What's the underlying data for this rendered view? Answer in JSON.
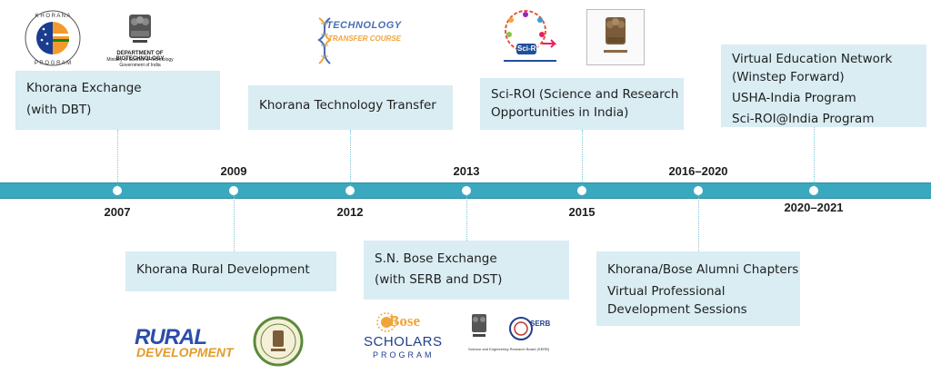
{
  "timeline": {
    "years": [
      "2007",
      "2009",
      "2012",
      "2013",
      "2015",
      "2016–2020",
      "2020–2021"
    ]
  },
  "events": {
    "khorana_exchange": [
      "Khorana Exchange",
      "(with DBT)"
    ],
    "rural_development": [
      "Khorana Rural Development"
    ],
    "technology_transfer": [
      "Khorana Technology Transfer"
    ],
    "bose_exchange": [
      "S.N. Bose Exchange",
      "(with SERB and DST)"
    ],
    "sci_roi": [
      "Sci-ROI (Science and Research",
      "Opportunities in India)"
    ],
    "alumni_chapters": [
      "Khorana/Bose Alumni Chapters",
      "Virtual Professional",
      "Development Sessions"
    ],
    "virtual_network": [
      "Virtual Education Network",
      "(Winstep Forward)",
      "USHA-India Program",
      "Sci-ROI@India Program"
    ]
  },
  "logos": {
    "dbt": {
      "line1": "DEPARTMENT OF BIOTECHNOLOGY",
      "line2": "Ministry of Science & Technology",
      "line3": "Government of India"
    },
    "tech_transfer": {
      "line1": "TECHNOLOGY",
      "line2": "TRANSFER COURSE"
    },
    "sci_roi": {
      "name": "Sci-ROI"
    },
    "rural": {
      "line1": "RURAL",
      "line2": "DEVELOPMENT"
    },
    "bose": {
      "line1": "Bose",
      "line2": "SCHOLARS",
      "line3": "PROGRAM"
    },
    "serb": {
      "name": "SERB",
      "caption": "Science and Engineering Research Board (SERB)"
    }
  },
  "colors": {
    "timeline": "#3aa8bf",
    "box": "#d9edf3",
    "connector": "#7fc6d6"
  }
}
